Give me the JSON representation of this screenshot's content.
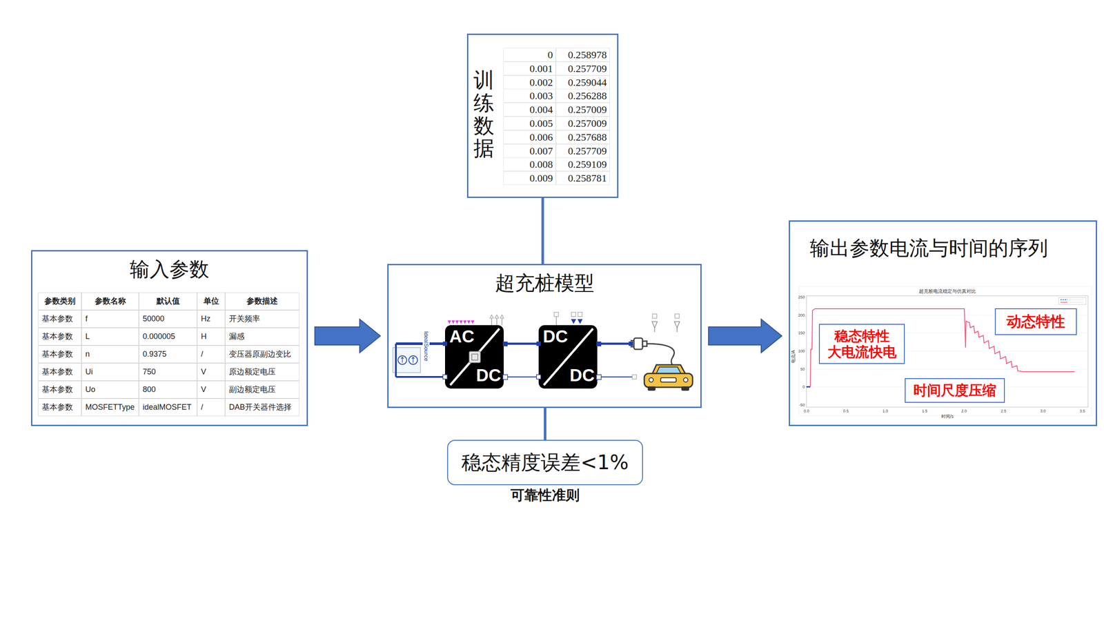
{
  "diagram": {
    "nodes": [
      {
        "text": [
          "训练数据"
        ]
      },
      {
        "text": [
          "输入参数"
        ]
      },
      {
        "text": [
          "超充桩模型"
        ]
      },
      {
        "text": [
          "稳态精度误差<1%",
          "可靠性准则"
        ]
      },
      {
        "text": [
          "输出参数电流与时间的序列"
        ]
      },
      {
        "text": [
          "稳态特性",
          "大电流快电"
        ],
        "in": 4
      },
      {
        "text": [
          "动态特性"
        ],
        "in": 4
      },
      {
        "text": [
          "时间尺度压缩"
        ],
        "in": 4
      }
    ],
    "edges": [
      {
        "from": 1,
        "to": 2,
        "arrow": "to"
      },
      {
        "from": 0,
        "to": 2,
        "arrow": "none"
      },
      {
        "from": 2,
        "to": 3,
        "arrow": "none"
      },
      {
        "from": 2,
        "to": 4,
        "arrow": "to"
      }
    ],
    "labels": [
      "0",
      "0.258978",
      "0.001",
      "0.257709",
      "0.002",
      "0.259044",
      "0.003",
      "0.256288",
      "0.004",
      "0.257009",
      "0.005",
      "0.257009",
      "0.006",
      "0.257688",
      "0.007",
      "0.257709",
      "0.008",
      "0.259109",
      "0.009",
      "0.258781",
      "参数类别",
      "参数名称",
      "默认值",
      "单位",
      "参数描述",
      "基本参数",
      "f",
      "50000",
      "Hz",
      "开关频率",
      "基本参数",
      "L",
      "0.000005",
      "H",
      "漏感",
      "基本参数",
      "n",
      "0.9375",
      "/",
      "变压器原副边变比",
      "基本参数",
      "Ui",
      "750",
      "V",
      "原边额定电压",
      "基本参数",
      "Uo",
      "800",
      "V",
      "副边额定电压",
      "基本参数",
      "MOSFETType",
      "idealMOSFET",
      "/",
      "DAB开关器件选择",
      "IdealSource",
      "AC",
      "DC",
      "DC",
      "DC",
      "超充桩电流稳定与仿真对比",
      "时间/s",
      "电流/A",
      "250",
      "200",
      "150",
      "100",
      "50",
      "0",
      "-50",
      "0.0",
      "0.5",
      "1.0",
      "1.5",
      "2.0",
      "2.5",
      "3.0",
      "3.5"
    ]
  }
}
